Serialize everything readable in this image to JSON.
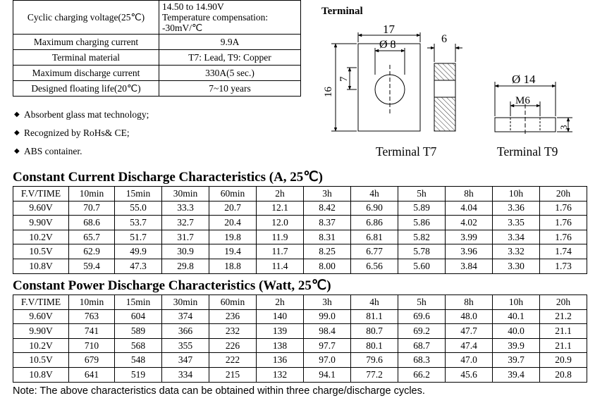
{
  "specs": [
    {
      "label": "Cyclic charging voltage(25℃)",
      "lines": [
        "14.50 to 14.90V",
        "Temperature compensation:",
        "-30mV/℃"
      ]
    },
    {
      "label": "Maximum charging current",
      "value": "9.9A"
    },
    {
      "label": "Terminal material",
      "value": "T7: Lead,    T9: Copper"
    },
    {
      "label": "Maximum discharge current",
      "value": "330A(5 sec.)"
    },
    {
      "label": "Designed floating life(20℃)",
      "value": "7~10 years"
    }
  ],
  "features": [
    "Absorbent glass mat technology;",
    "Recognized by RoHs& CE;",
    "ABS container."
  ],
  "terminal": {
    "title": "Terminal",
    "t7_label": "Terminal T7",
    "t9_label": "Terminal T9",
    "dim_17": "17",
    "dim_phi8": "Ø 8",
    "dim_6": "6",
    "dim_7": "7",
    "dim_16": "16",
    "dim_phi14": "Ø 14",
    "dim_m6": "M6",
    "dim_3": "3"
  },
  "cc": {
    "title": "Constant Current Discharge Characteristics (A, 25℃)",
    "header": [
      "F.V/TIME",
      "10min",
      "15min",
      "30min",
      "60min",
      "2h",
      "3h",
      "4h",
      "5h",
      "8h",
      "10h",
      "20h"
    ],
    "rows": [
      [
        "9.60V",
        "70.7",
        "55.0",
        "33.3",
        "20.7",
        "12.1",
        "8.42",
        "6.90",
        "5.89",
        "4.04",
        "3.36",
        "1.76"
      ],
      [
        "9.90V",
        "68.6",
        "53.7",
        "32.7",
        "20.4",
        "12.0",
        "8.37",
        "6.86",
        "5.86",
        "4.02",
        "3.35",
        "1.76"
      ],
      [
        "10.2V",
        "65.7",
        "51.7",
        "31.7",
        "19.8",
        "11.9",
        "8.31",
        "6.81",
        "5.82",
        "3.99",
        "3.34",
        "1.76"
      ],
      [
        "10.5V",
        "62.9",
        "49.9",
        "30.9",
        "19.4",
        "11.7",
        "8.25",
        "6.77",
        "5.78",
        "3.96",
        "3.32",
        "1.74"
      ],
      [
        "10.8V",
        "59.4",
        "47.3",
        "29.8",
        "18.8",
        "11.4",
        "8.00",
        "6.56",
        "5.60",
        "3.84",
        "3.30",
        "1.73"
      ]
    ]
  },
  "cp": {
    "title": "Constant Power Discharge Characteristics (Watt, 25℃)",
    "header": [
      "F.V/TIME",
      "10min",
      "15min",
      "30min",
      "60min",
      "2h",
      "3h",
      "4h",
      "5h",
      "8h",
      "10h",
      "20h"
    ],
    "rows": [
      [
        "9.60V",
        "763",
        "604",
        "374",
        "236",
        "140",
        "99.0",
        "81.1",
        "69.6",
        "48.0",
        "40.1",
        "21.2"
      ],
      [
        "9.90V",
        "741",
        "589",
        "366",
        "232",
        "139",
        "98.4",
        "80.7",
        "69.2",
        "47.7",
        "40.0",
        "21.1"
      ],
      [
        "10.2V",
        "710",
        "568",
        "355",
        "226",
        "138",
        "97.7",
        "80.1",
        "68.7",
        "47.4",
        "39.9",
        "21.1"
      ],
      [
        "10.5V",
        "679",
        "548",
        "347",
        "222",
        "136",
        "97.0",
        "79.6",
        "68.3",
        "47.0",
        "39.7",
        "20.9"
      ],
      [
        "10.8V",
        "641",
        "519",
        "334",
        "215",
        "132",
        "94.1",
        "77.2",
        "66.2",
        "45.6",
        "39.4",
        "20.8"
      ]
    ]
  },
  "note": "Note: The above characteristics data can be obtained within three charge/discharge cycles."
}
